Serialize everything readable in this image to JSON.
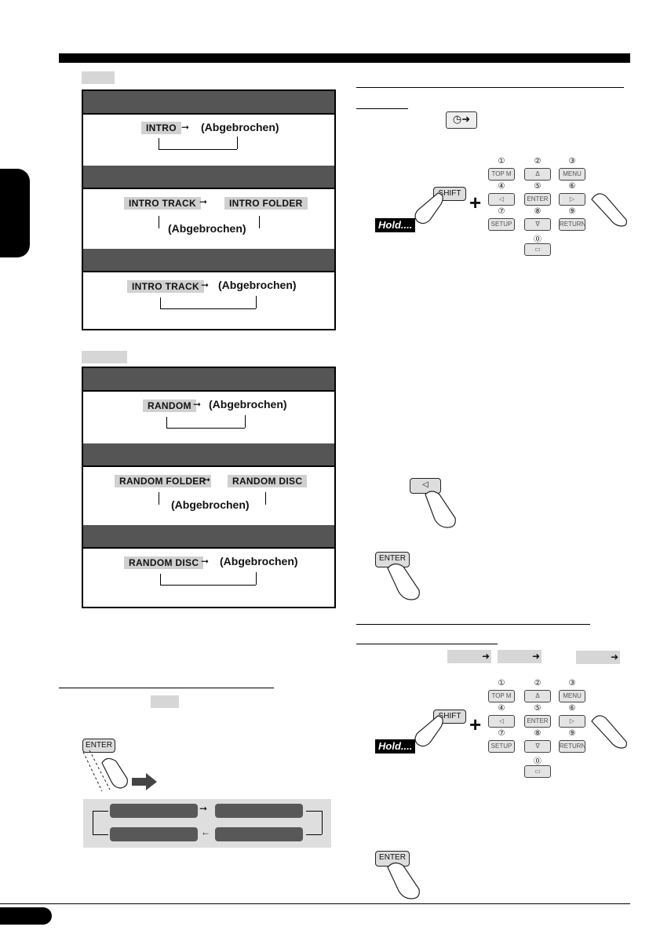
{
  "intro": {
    "panel1": {
      "label": "INTRO",
      "cancel": "(Abgebrochen)"
    },
    "panel2": {
      "label1": "INTRO  TRACK",
      "label2": "INTRO FOLDER",
      "cancel": "(Abgebrochen)"
    },
    "panel3": {
      "label": "INTRO TRACK",
      "cancel": "(Abgebrochen)"
    }
  },
  "random": {
    "panel1": {
      "label": "RANDOM",
      "cancel": "(Abgebrochen)"
    },
    "panel2": {
      "label1": "RANDOM FOLDER",
      "label2": "RANDOM DISC",
      "cancel": "(Abgebrochen)"
    },
    "panel3": {
      "label": "RANDOM DISC",
      "cancel": "(Abgebrochen)"
    }
  },
  "keypad": {
    "numbers": [
      "①",
      "②",
      "③",
      "④",
      "⑤",
      "⑥",
      "⑦",
      "⑧",
      "⑨",
      "⓪"
    ],
    "keys": [
      "TOP M",
      "Δ",
      "MENU",
      "◁",
      "ENTER",
      "▷",
      "SETUP",
      "∇",
      "RETURN",
      "▭"
    ],
    "shift": "SHIFT",
    "hold": "Hold....",
    "plus": "+"
  },
  "buttons": {
    "enter": "ENTER",
    "left": "◁"
  },
  "icons": {
    "clock": "clock-icon",
    "arrow": "arrow-right-icon"
  },
  "colors": {
    "panel_header": "#555555",
    "label_bg": "#d0d0d0",
    "pill": "#585858"
  }
}
